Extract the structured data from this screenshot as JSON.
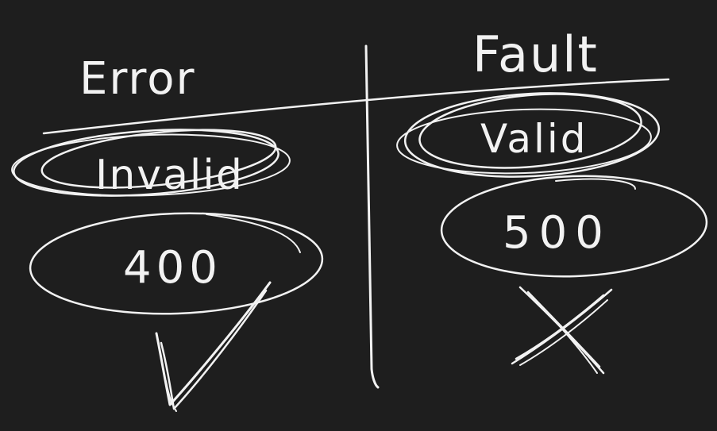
{
  "left": {
    "heading": "Error",
    "oval_text": "Invalid",
    "code": "400",
    "mark": "check-icon"
  },
  "right": {
    "heading": "Fault",
    "oval_text": "Valid",
    "code": "500",
    "mark": "cross-icon"
  },
  "colors": {
    "background": "#1e1e1e",
    "ink": "#f2f2f2"
  }
}
